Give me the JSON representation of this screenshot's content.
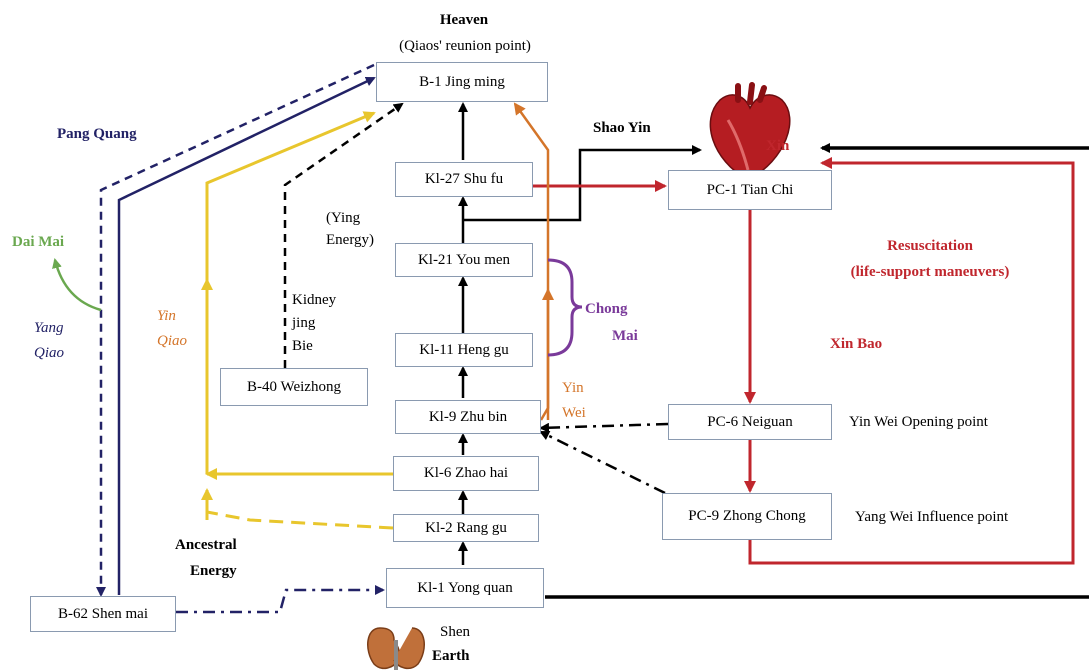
{
  "colors": {
    "meridian_red": "#c0262d",
    "yin_qiao_gold": "#e8c62d",
    "yang_qiao_navy": "#222266",
    "yin_wei_orange": "#d4752a",
    "chong_mai_purple": "#7a3a9a",
    "dai_mai_green": "#6aa84f",
    "node_border": "#8a9ab0"
  },
  "top": {
    "heaven": "Heaven",
    "reunion": "(Qiaos' reunion point)"
  },
  "nodes": {
    "b1": "B-1 Jing ming",
    "kl27": "Kl-27 Shu fu",
    "kl21": "Kl-21 You men",
    "kl11": "Kl-11 Heng gu",
    "kl9": "Kl-9 Zhu bin",
    "kl6": "Kl-6 Zhao hai",
    "kl2": "Kl-2 Rang gu",
    "kl1": "Kl-1 Yong quan",
    "b40": "B-40 Weizhong",
    "b62": "B-62 Shen mai",
    "pc1": "PC-1 Tian Chi",
    "pc6": "PC-6 Neiguan",
    "pc9": "PC-9 Zhong Chong"
  },
  "labels": {
    "pang_quang": "Pang Quang",
    "dai_mai": "Dai Mai",
    "yang_qiao": [
      "Yang",
      "Qiao"
    ],
    "yin_qiao": [
      "Yin",
      "Qiao"
    ],
    "kidney_jing_bie": [
      "Kidney",
      "jing",
      "Bie"
    ],
    "ying_energy": [
      "(Ying",
      "Energy)"
    ],
    "shao_yin": "Shao Yin",
    "xin": "Xin",
    "resuscitation": "Resuscitation",
    "life_support": "(life-support maneuvers)",
    "chong_mai": [
      "Chong",
      "Mai"
    ],
    "xin_bao": "Xin Bao",
    "yin_wei": [
      "Yin",
      "Wei"
    ],
    "yin_wei_opening": "Yin Wei Opening point",
    "yang_wei_influence": "Yang Wei Influence point",
    "ancestral_energy": [
      "Ancestral",
      "Energy"
    ],
    "shen": "Shen",
    "earth": "Earth"
  },
  "icons": {
    "heart": "heart-icon",
    "kidney": "kidney-icon"
  }
}
